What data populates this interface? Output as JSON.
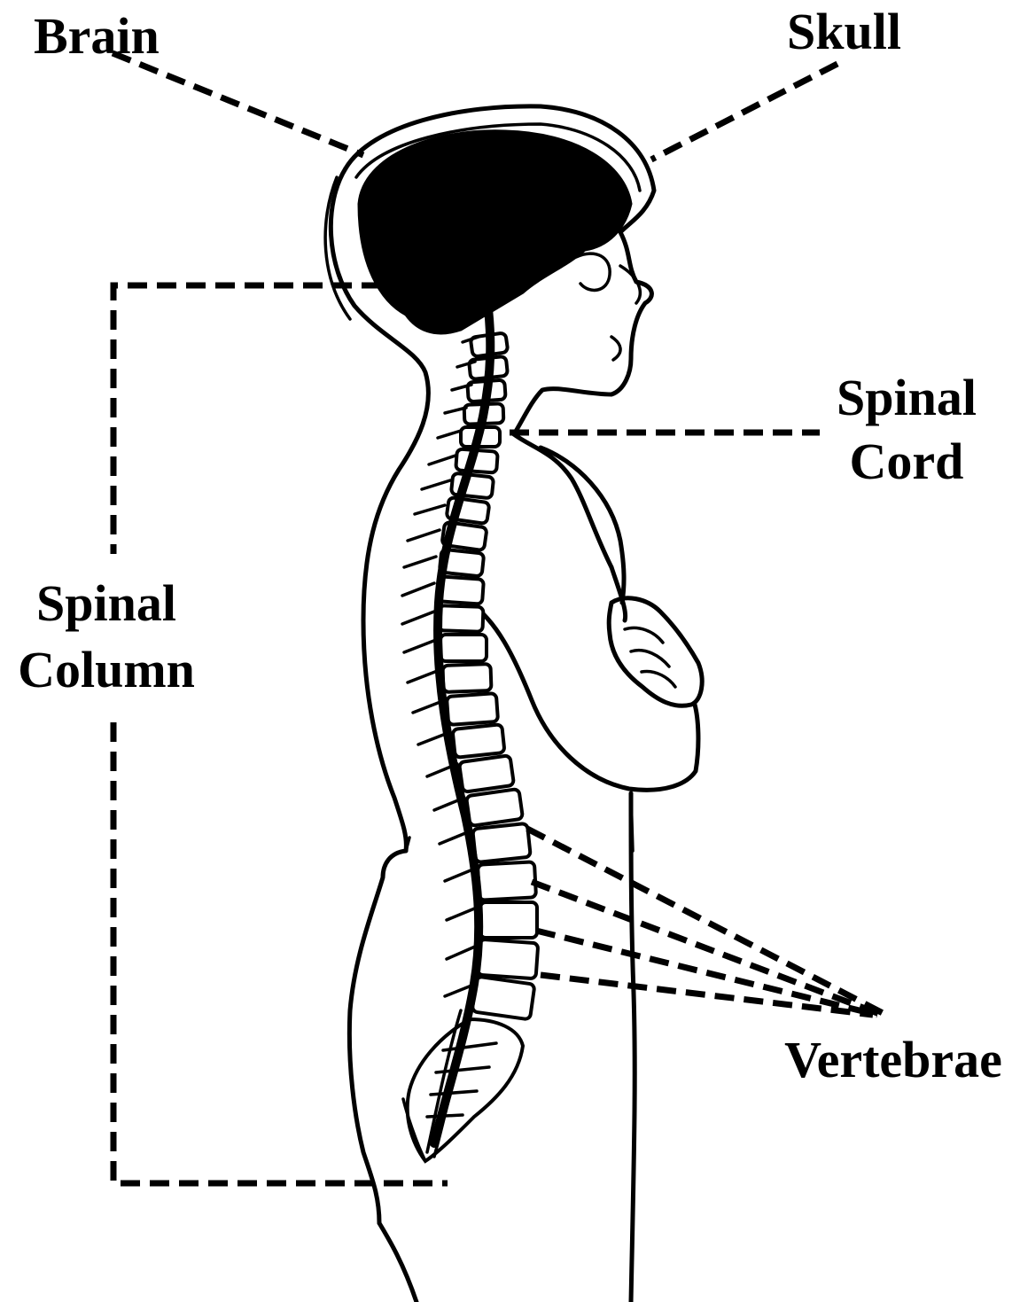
{
  "labels": {
    "brain": "Brain",
    "skull": "Skull",
    "spinal_cord_line1": "Spinal",
    "spinal_cord_line2": "Cord",
    "spinal_column_line1": "Spinal",
    "spinal_column_line2": "Column",
    "vertebrae": "Vertebrae"
  },
  "colors": {
    "ink": "#000000",
    "background": "#ffffff"
  }
}
